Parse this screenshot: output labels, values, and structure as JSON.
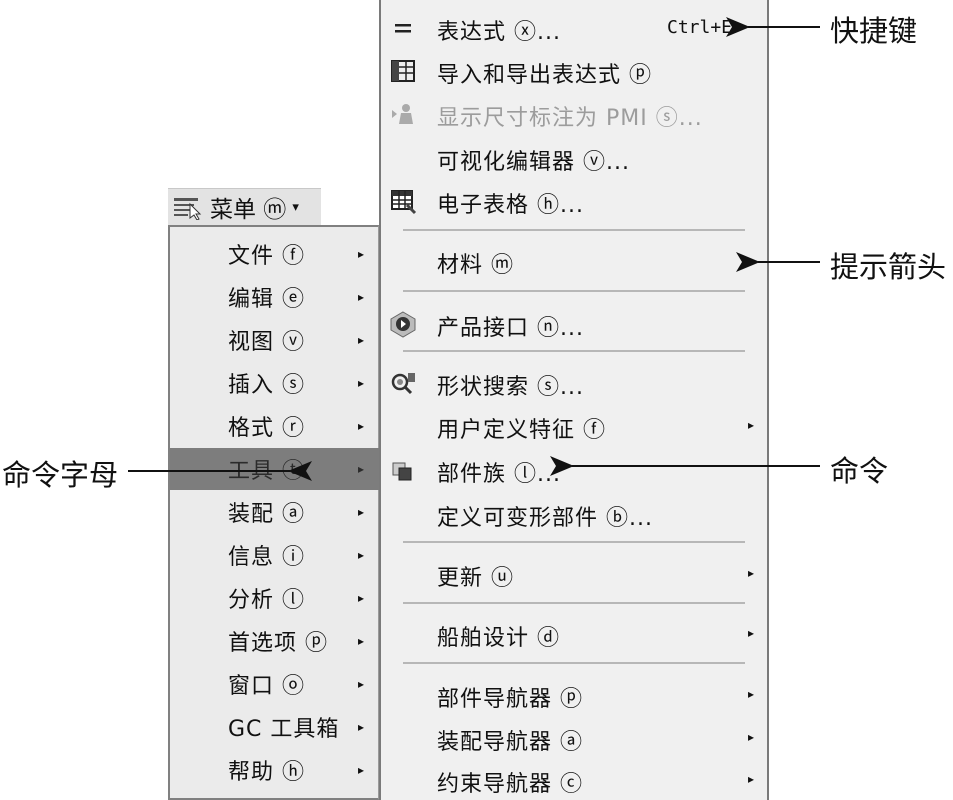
{
  "menu_button": {
    "label": "菜单 ⓜ",
    "dropdown": "▾"
  },
  "left_menu": [
    {
      "label": "文件 ⓕ",
      "submenu": "▸"
    },
    {
      "label": "编辑 ⓔ",
      "submenu": "▸"
    },
    {
      "label": "视图 ⓥ",
      "submenu": "▸"
    },
    {
      "label": "插入 ⓢ",
      "submenu": "▸"
    },
    {
      "label": "格式 ⓡ",
      "submenu": "▸"
    },
    {
      "label": "工具 ⓣ",
      "submenu": "▸",
      "highlighted": true
    },
    {
      "label": "装配 ⓐ",
      "submenu": "▸"
    },
    {
      "label": "信息 ⓘ",
      "submenu": "▸"
    },
    {
      "label": "分析 ⓛ",
      "submenu": "▸"
    },
    {
      "label": "首选项 ⓟ",
      "submenu": "▸"
    },
    {
      "label": "窗口 ⓞ",
      "submenu": "▸"
    },
    {
      "label": "GC 工具箱",
      "submenu": "▸"
    },
    {
      "label": "帮助 ⓗ",
      "submenu": "▸"
    }
  ],
  "right_menu": {
    "expressions": {
      "label": "表达式 ⓧ...",
      "shortcut": "Ctrl+E",
      "icon": "equals-icon"
    },
    "import_export": {
      "label": "导入和导出表达式 ⓟ",
      "icon": "table-import-icon"
    },
    "show_pmi": {
      "label": "显示尺寸标注为 PMI ⓢ...",
      "icon": "pmi-icon",
      "disabled": true
    },
    "visual_editor": {
      "label": "可视化编辑器 ⓥ..."
    },
    "spreadsheet": {
      "label": "电子表格 ⓗ...",
      "icon": "spreadsheet-icon"
    },
    "material": {
      "label": "材料 ⓜ",
      "submenu": "▸"
    },
    "product_interface": {
      "label": "产品接口 ⓝ...",
      "icon": "product-interface-icon"
    },
    "shape_search": {
      "label": "形状搜索 ⓢ...",
      "icon": "shape-search-icon"
    },
    "user_defined_feature": {
      "label": "用户定义特征 ⓕ",
      "submenu": "▸"
    },
    "part_family": {
      "label": "部件族 ⓛ...",
      "icon": "part-family-icon"
    },
    "deformable_part": {
      "label": "定义可变形部件 ⓑ..."
    },
    "update": {
      "label": "更新 ⓤ",
      "submenu": "▸"
    },
    "ship_design": {
      "label": "船舶设计 ⓓ",
      "submenu": "▸"
    },
    "part_navigator": {
      "label": "部件导航器 ⓟ",
      "submenu": "▸"
    },
    "assembly_navigator": {
      "label": "装配导航器 ⓐ",
      "submenu": "▸"
    },
    "constraint_navigator": {
      "label": "约束导航器 ⓒ",
      "submenu": "▸"
    }
  },
  "annotations": {
    "shortcut_key": "快捷键",
    "hint_arrow": "提示箭头",
    "command_letter": "命令字母",
    "command": "命令"
  },
  "colors": {
    "menu_bg": "#f0f0f0",
    "highlight": "#7d7d7d",
    "disabled_text": "#9c9c9c"
  }
}
